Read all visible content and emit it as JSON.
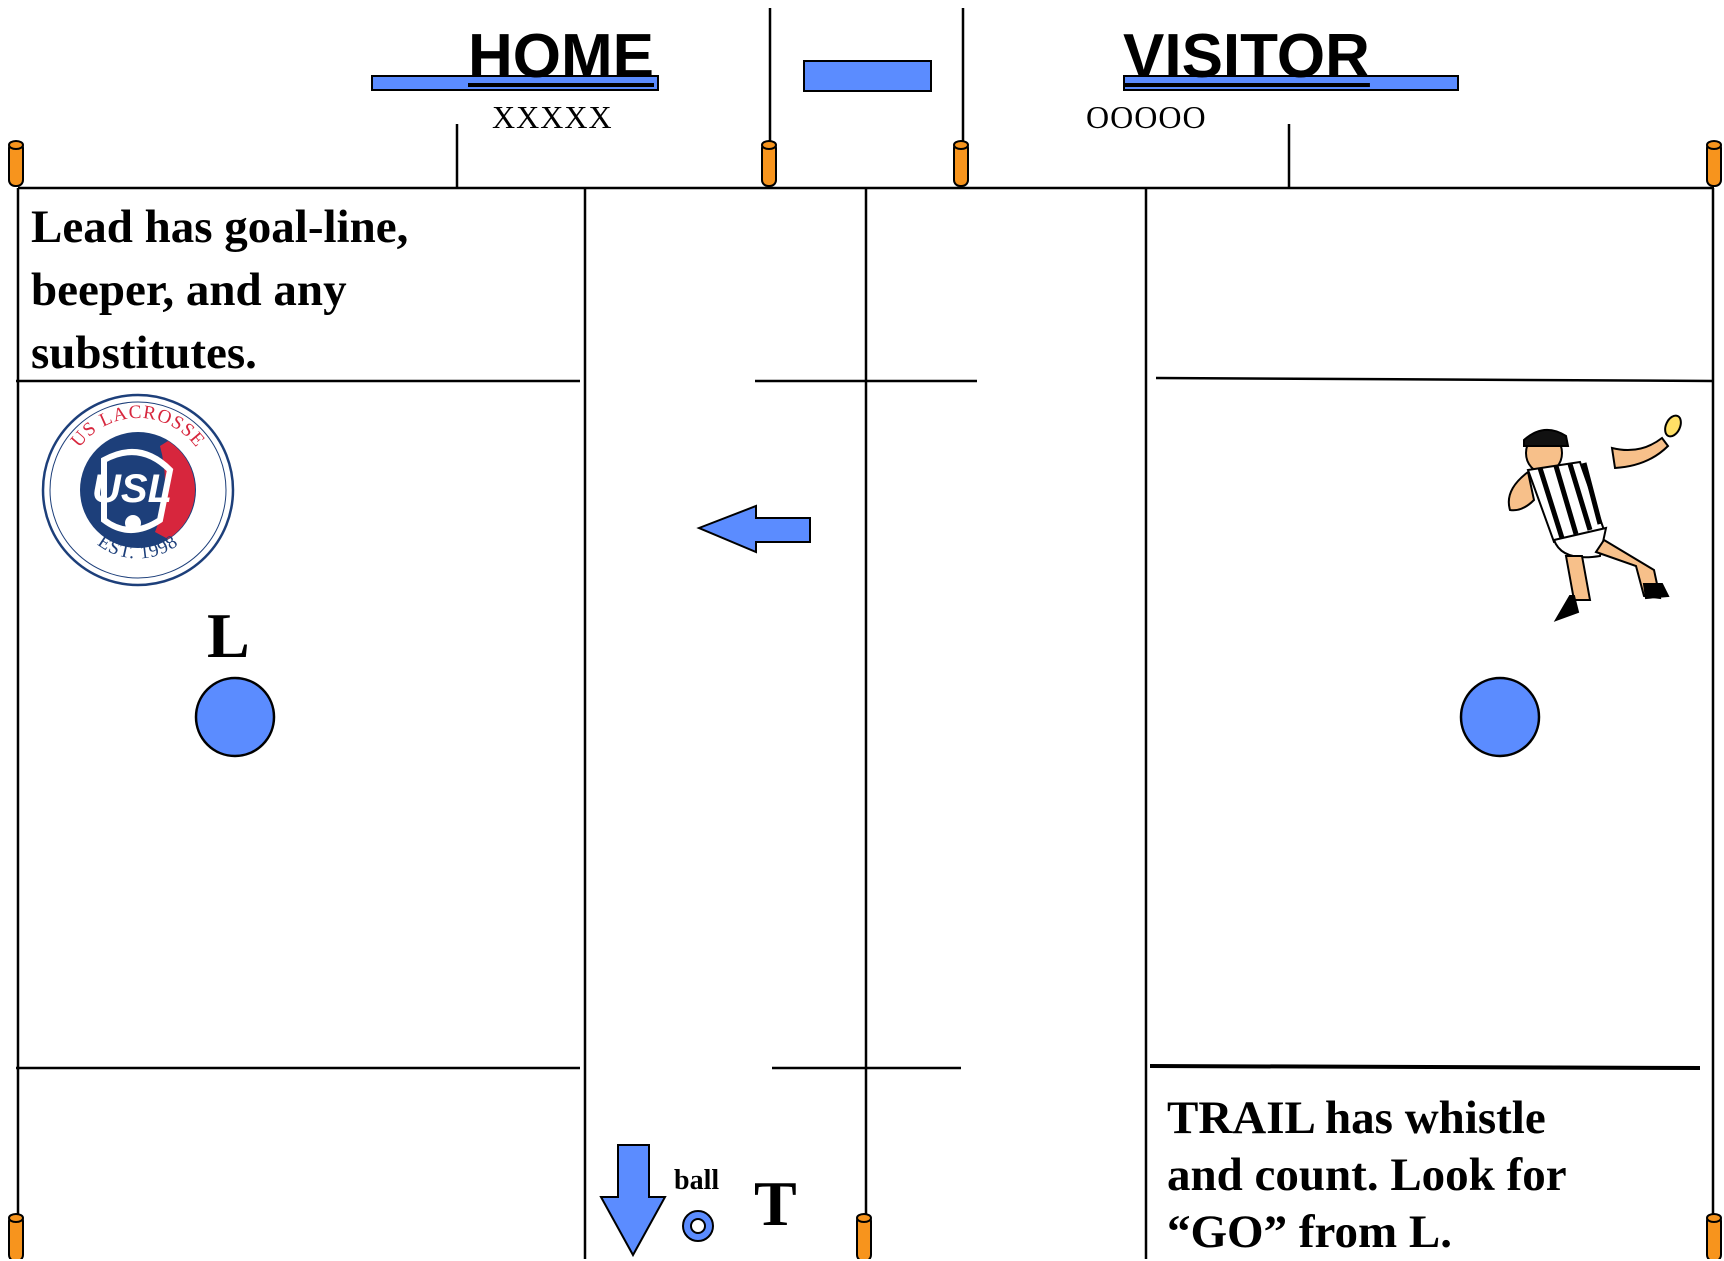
{
  "scoreboard": {
    "home_label": "HOME",
    "visitor_label": "VISITOR",
    "home_roster": "XXXXX",
    "visitor_roster": "OOOOO"
  },
  "notes": {
    "lead_lines": [
      "Lead has goal-line,",
      "beeper, and any",
      "substitutes."
    ],
    "trail_lines": [
      "TRAIL has whistle",
      "and count.  Look for",
      "“GO” from L."
    ]
  },
  "officials": {
    "lead_letter": "L",
    "trail_letter": "T"
  },
  "ball": {
    "label": "ball"
  },
  "logo": {
    "top_text": "US LACROSSE",
    "center_text": "USL",
    "bottom_text": "EST. 1998"
  },
  "colors": {
    "accent_blue": "#5b8cff",
    "cone_orange": "#f7941d",
    "logo_navy": "#1d3f7a",
    "logo_red": "#d7263d",
    "line": "#000000"
  },
  "icons": [
    "usl-logo-icon",
    "referee-icon",
    "left-arrow-icon",
    "down-arrow-icon",
    "cone-icon",
    "ball-icon"
  ]
}
